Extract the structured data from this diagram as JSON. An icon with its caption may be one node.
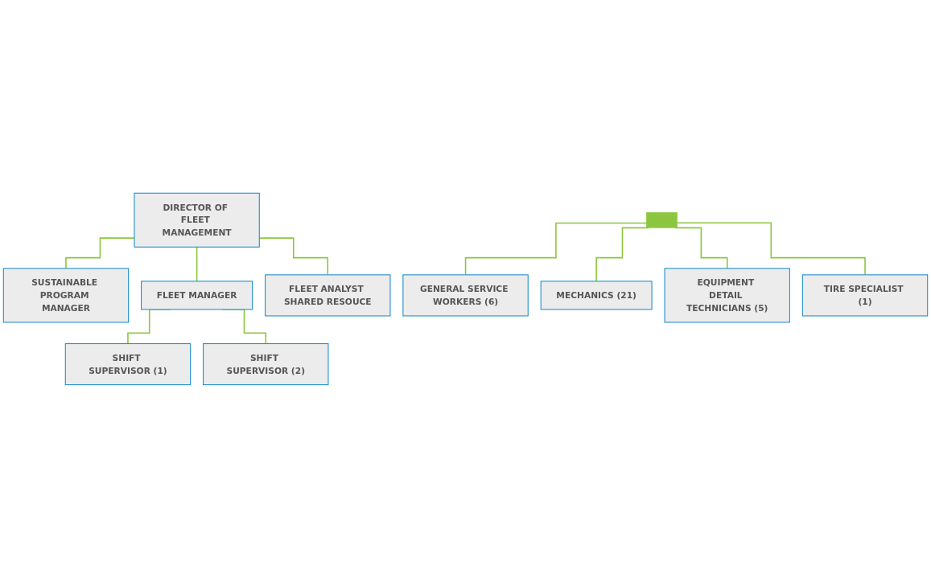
{
  "diagram": {
    "nodes": [
      {
        "text": [
          "DIRECTOR OF FLEET MANAGEMENT"
        ]
      },
      {
        "text": [
          "SUSTAINABLE PROGRAM MANAGER"
        ]
      },
      {
        "text": [
          "FLEET MANAGER"
        ]
      },
      {
        "text": [
          "FLEET ANALYST SHARED RESOUCE"
        ]
      },
      {
        "text": [
          "SHIFT SUPERVISOR (1)"
        ]
      },
      {
        "text": [
          "SHIFT SUPERVISOR (2)"
        ]
      },
      {
        "text": [],
        "shape": "bar"
      },
      {
        "text": [
          "GENERAL SERVICE WORKERS (6)"
        ]
      },
      {
        "text": [
          "MECHANICS (21)"
        ]
      },
      {
        "text": [
          "EQUIPMENT DETAIL TECHNICIANS (5)"
        ]
      },
      {
        "text": [
          "TIRE SPECIALIST (1)"
        ]
      }
    ],
    "edges": [
      {
        "from": 0,
        "to": 1,
        "arrow": "none"
      },
      {
        "from": 0,
        "to": 2,
        "arrow": "none"
      },
      {
        "from": 0,
        "to": 3,
        "arrow": "none"
      },
      {
        "from": 2,
        "to": 4,
        "arrow": "none"
      },
      {
        "from": 2,
        "to": 5,
        "arrow": "none"
      },
      {
        "from": 6,
        "to": 7,
        "arrow": "none"
      },
      {
        "from": 6,
        "to": 8,
        "arrow": "none"
      },
      {
        "from": 6,
        "to": 9,
        "arrow": "none"
      },
      {
        "from": 6,
        "to": 10,
        "arrow": "none"
      }
    ]
  }
}
